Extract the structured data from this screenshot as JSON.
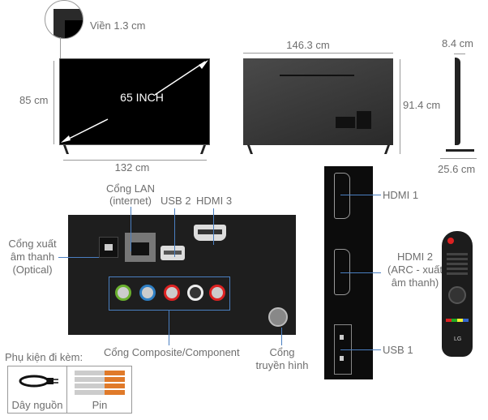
{
  "front": {
    "bezel_label": "Viền 1.3 cm",
    "height_label": "85 cm",
    "width_label": "132 cm",
    "diagonal_label": "65 INCH"
  },
  "back": {
    "width_label": "146.3 cm",
    "height_label": "91.4 cm"
  },
  "side": {
    "depth_label": "8.4 cm",
    "stand_depth_label": "25.6 cm"
  },
  "ports_rear": {
    "lan": [
      "Cổng LAN",
      "(internet)"
    ],
    "usb2": "USB 2",
    "hdmi3": "HDMI 3",
    "optical": [
      "Cổng xuất",
      "âm thanh",
      "(Optical)"
    ],
    "composite": "Cổng Composite/Component",
    "antenna": [
      "Cổng",
      "truyền hình"
    ]
  },
  "ports_side": {
    "hdmi1": "HDMI 1",
    "hdmi2": [
      "HDMI 2",
      "(ARC - xuất",
      "âm thanh)"
    ],
    "usb1": "USB 1"
  },
  "accessories": {
    "title": "Phụ kiện đi kèm:",
    "items": [
      "Dây nguồn",
      "Pin"
    ]
  },
  "remote_logo": "LG",
  "colors": {
    "label": "#6e6e6e",
    "callout": "#4a7fc1",
    "panel": "#1e1e1e"
  }
}
